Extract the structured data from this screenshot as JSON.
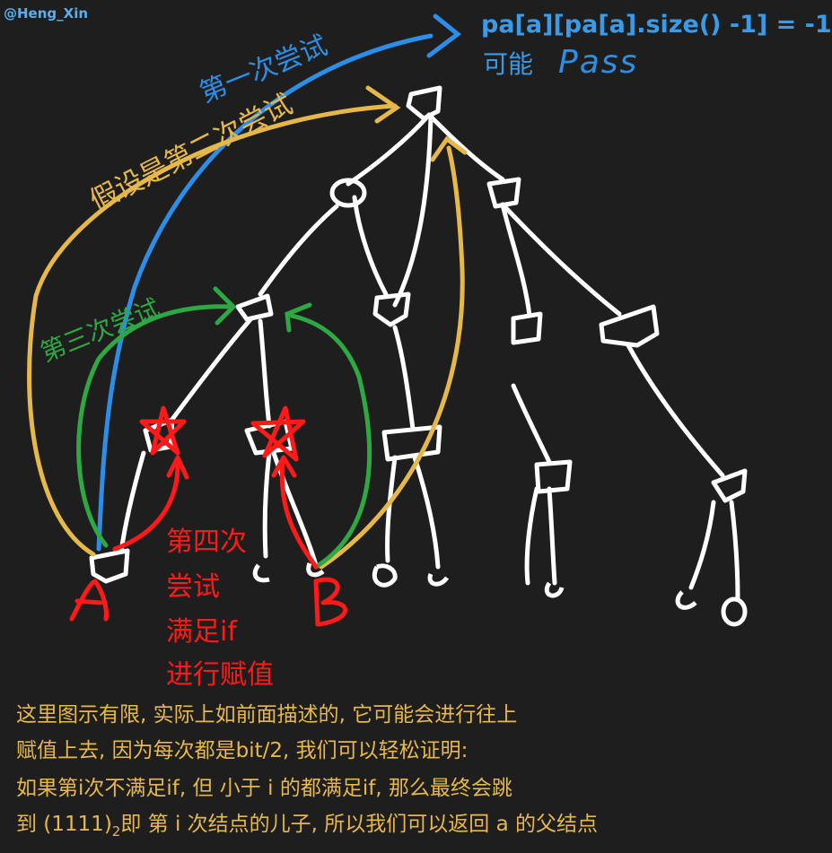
{
  "watermark": "@Heng_Xin",
  "header": {
    "formula": "pa[a][pa[a].size() -1] = -1",
    "maybe": "可能",
    "pass_word": "Pass"
  },
  "annotations": {
    "first_try": "第一次尝试",
    "assume_second": "假设是第二次尝试",
    "third_try": "第三次尝试",
    "fourth_lines": [
      "第四次",
      "尝试",
      "满足if",
      "进行赋值"
    ],
    "node_a": "A",
    "node_b": "B"
  },
  "colors": {
    "background": "#1e1e1e",
    "tree": "#ffffff",
    "blue": "#2d8ee8",
    "yellow": "#e6b84a",
    "green": "#2ea843",
    "red": "#ff1a1a",
    "caption": "#e8b84a"
  },
  "caption": {
    "line1": "这里图示有限, 实际上如前面描述的, 它可能会进行往上",
    "line2": "赋值上去, 因为每次都是bit/2, 我们可以轻松证明:",
    "line3": "如果第i次不满足if, 但 小于 i 的都满足if, 那么最终会跳",
    "line4_a": "到 (1111)",
    "line4_sub": "2",
    "line4_b": "即 第 i 次结点的儿子, 所以我们可以返回 a 的父结点"
  }
}
